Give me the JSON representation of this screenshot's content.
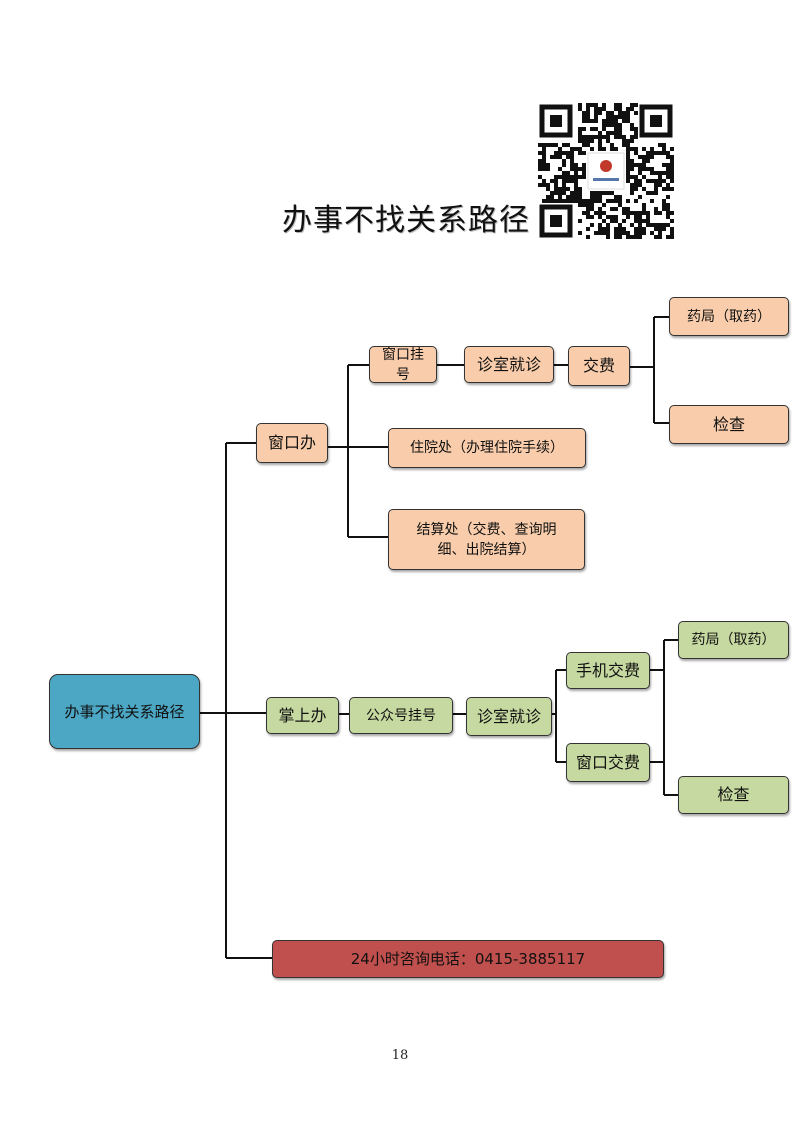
{
  "title": "办事不找关系路径",
  "colors": {
    "root": "#4ba7c4",
    "window_branch": "#f9cdab",
    "mobile_branch": "#c6d9a0",
    "hotline": "#c0504d"
  },
  "root": "办事不找关系路径",
  "window": {
    "label": "窗口办",
    "register": "窗口挂号",
    "consult": "诊室就诊",
    "pay": "交费",
    "pharmacy": "药局（取药）",
    "exam": "检查",
    "inpatient": "住院处（办理住院手续）",
    "settlement": "结算处（交费、查询明细、出院结算）"
  },
  "mobile": {
    "label": "掌上办",
    "register": "公众号挂号",
    "consult": "诊室就诊",
    "phone_pay": "手机交费",
    "window_pay": "窗口交费",
    "pharmacy": "药局（取药）",
    "exam": "检查"
  },
  "hotline": "24小时咨询电话：0415-3885117",
  "page_number": "18"
}
